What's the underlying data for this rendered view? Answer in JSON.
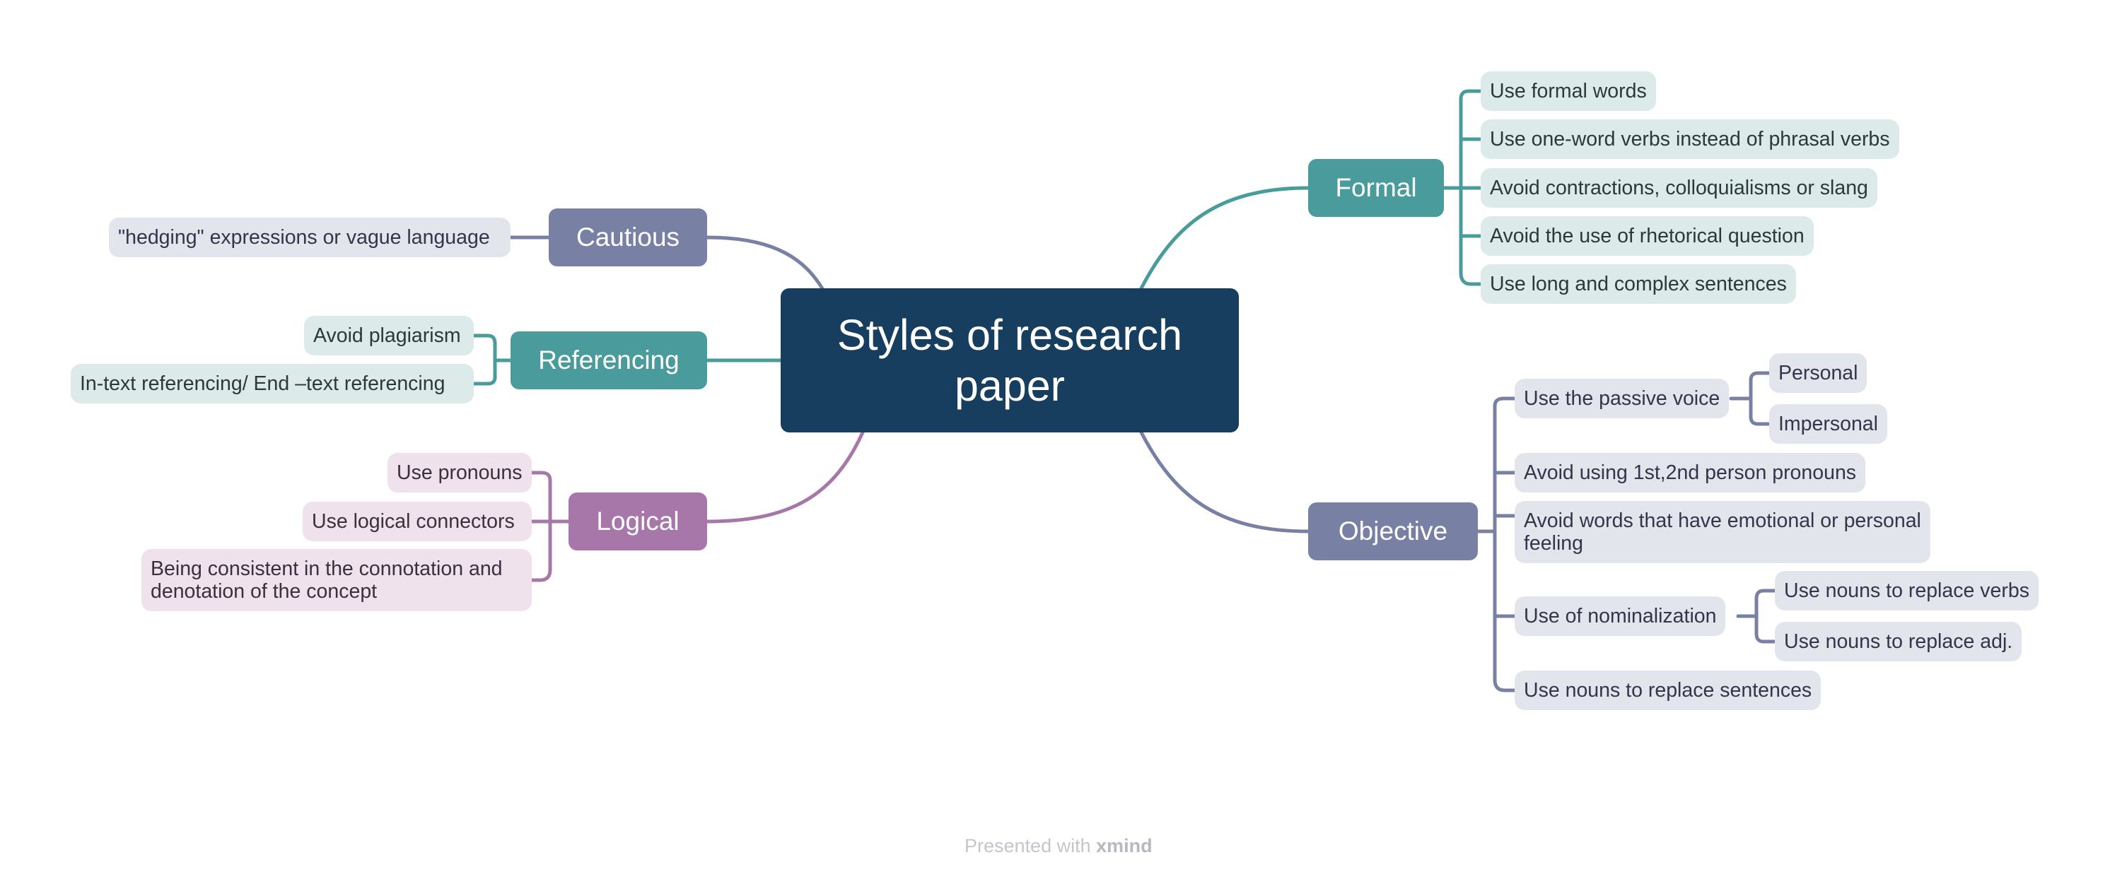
{
  "central": {
    "line1": "Styles of research",
    "line2": "paper"
  },
  "branches": {
    "formal": {
      "label": "Formal",
      "items": [
        "Use formal words",
        "Use one-word verbs instead of phrasal verbs",
        "Avoid contractions, colloquialisms or slang",
        "Avoid the use of rhetorical question",
        "Use long and complex sentences"
      ]
    },
    "objective": {
      "label": "Objective",
      "passive": "Use the passive voice",
      "passive_sub": [
        "Personal",
        "Impersonal"
      ],
      "pronouns": "Avoid using 1st,2nd person pronouns",
      "emotional_1": "Avoid words that have emotional or personal",
      "emotional_2": "feeling",
      "nominalization": "Use of nominalization",
      "nominalization_sub": [
        "Use nouns to replace verbs",
        "Use nouns to replace adj."
      ],
      "sentences": "Use nouns to replace sentences"
    },
    "cautious": {
      "label": "Cautious",
      "items": [
        "\"hedging\" expressions or vague language"
      ]
    },
    "referencing": {
      "label": "Referencing",
      "items": [
        "Avoid plagiarism",
        "In-text referencing/ End –text referencing"
      ]
    },
    "logical": {
      "label": "Logical",
      "items": [
        "Use pronouns",
        "Use logical connectors"
      ],
      "consistent_1": "Being consistent in the connotation and",
      "consistent_2": "denotation of the concept"
    }
  },
  "colors": {
    "central": "#173e5e",
    "teal": "#4a9b9b",
    "slate": "#7880a3",
    "pink": "#a677a8"
  },
  "footer": {
    "prefix": "Presented with",
    "brand": "xmind"
  }
}
